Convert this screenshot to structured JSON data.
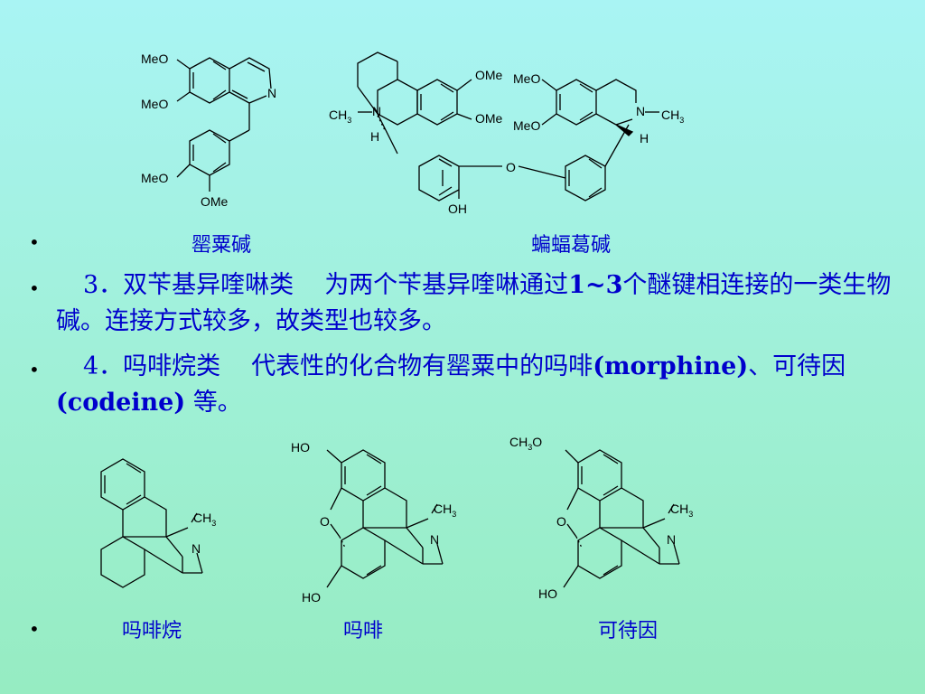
{
  "bullet_symbol": "•",
  "top_captions": {
    "papaverine": "罂粟碱",
    "bat_alkaloid": "蝙蝠葛碱"
  },
  "item3": {
    "heading": "3．双苄基异喹啉类",
    "text_a": "为两个苄基异喹啉通过",
    "text_b": "1~3",
    "text_c": "个醚键相连接的一类生物碱。连接方式较多，故类型也较多。"
  },
  "item4": {
    "heading": "4．吗啡烷类",
    "text_a": "代表性的化合物有罂粟中的吗啡",
    "text_b": "(morphine)",
    "text_c": "、可待因",
    "text_d": "(codeine)",
    "text_e": " 等。"
  },
  "bottom_captions": {
    "morphinan": "吗啡烷",
    "morphine": "吗啡",
    "codeine": "可待因"
  },
  "structure_labels": {
    "meo": "MeO",
    "ome": "OMe",
    "n": "N",
    "h": "H",
    "oh": "OH",
    "ho": "HO",
    "o": "O",
    "ch": "CH",
    "sub3": "3"
  },
  "colors": {
    "text": "#0000cc",
    "background_top": "#a9f4f4",
    "background_bottom": "#96ecc2"
  }
}
